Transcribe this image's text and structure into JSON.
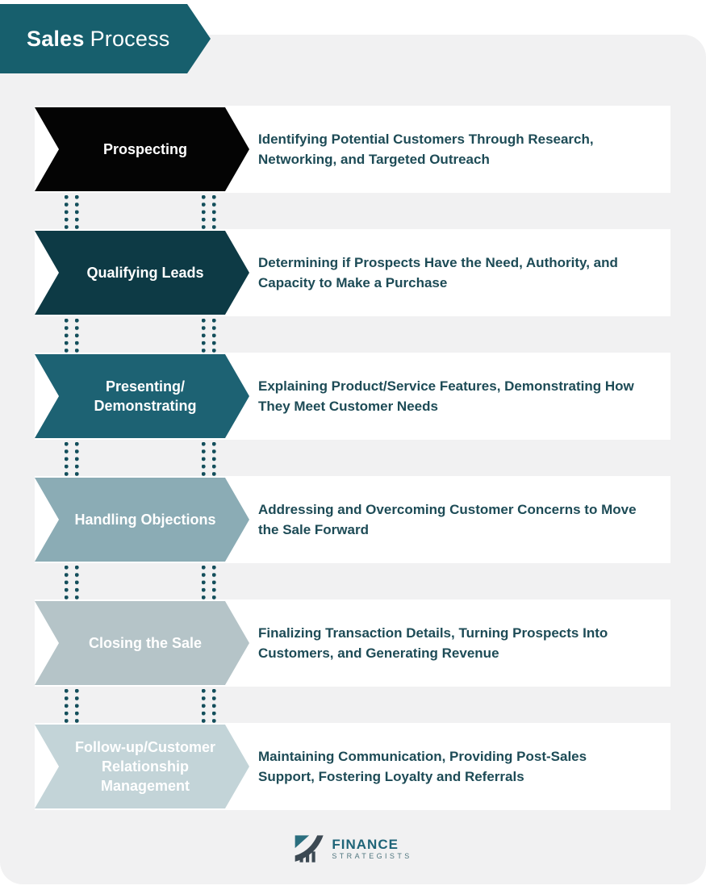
{
  "header": {
    "title_bold": "Sales",
    "title_regular": "Process"
  },
  "steps": [
    {
      "label": "Prospecting",
      "description": "Identifying Potential Customers Through Research,\nNetworking, and Targeted Outreach",
      "color": "#040404"
    },
    {
      "label": "Qualifying Leads",
      "description": "Determining if Prospects Have the Need, Authority, and\nCapacity to Make a Purchase",
      "color": "#0D3A45"
    },
    {
      "label": "Presenting/\nDemonstrating",
      "description": "Explaining Product/Service Features, Demonstrating How\nThey Meet Customer Needs",
      "color": "#1D6273"
    },
    {
      "label": "Handling Objections",
      "description": "Addressing and Overcoming Customer Concerns to Move\nthe Sale Forward",
      "color": "#8BACB5"
    },
    {
      "label": "Closing the Sale",
      "description": "Finalizing Transaction Details, Turning Prospects Into\nCustomers, and Generating Revenue",
      "color": "#B5C4C8"
    },
    {
      "label": "Follow-up/Customer\nRelationship\nManagement",
      "description": "Maintaining Communication, Providing Post-Sales\nSupport, Fostering Loyalty and Referrals",
      "color": "#C3D4D8"
    }
  ],
  "footer": {
    "brand_line1": "FINANCE",
    "brand_line2": "STRATEGISTS"
  },
  "colors": {
    "banner": "#175F6D",
    "card_background": "#F1F1F2",
    "row_background": "#FFFFFF",
    "description_text": "#1D4B56",
    "connector_dots": "#134E5B",
    "step_label_text": "#FFFFFF",
    "brand_primary": "#1F6478",
    "brand_secondary": "#50767F"
  }
}
